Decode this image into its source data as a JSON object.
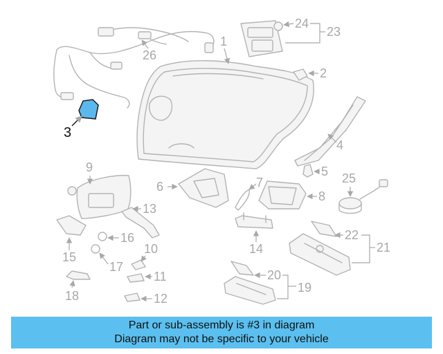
{
  "callouts": {
    "c1": "1",
    "c2": "2",
    "c3": "3",
    "c4": "4",
    "c5": "5",
    "c6": "6",
    "c7": "7",
    "c8": "8",
    "c9": "9",
    "c10": "10",
    "c11": "11",
    "c12": "12",
    "c13": "13",
    "c14": "14",
    "c15": "15",
    "c16": "16",
    "c17": "17",
    "c18": "18",
    "c19": "19",
    "c20": "20",
    "c21": "21",
    "c22": "22",
    "c23": "23",
    "c24": "24",
    "c25": "25",
    "c26": "26"
  },
  "highlight_color": "#5bb8ec",
  "banner": {
    "line1": "Part or sub-assembly is #3 in diagram",
    "line2": "Diagram may not be specific to your vehicle",
    "background": "#5bc0f0"
  }
}
